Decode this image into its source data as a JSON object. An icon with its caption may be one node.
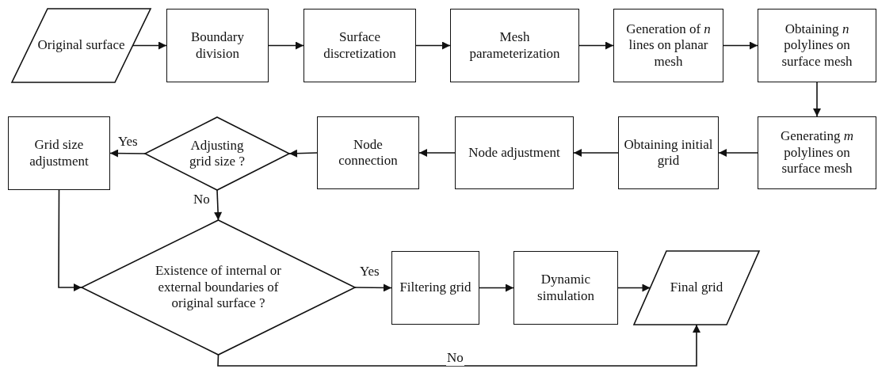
{
  "diagram": {
    "nodes": [
      {
        "text": [
          "Original surface"
        ]
      },
      {
        "text": [
          "Boundary division"
        ]
      },
      {
        "text": [
          "Surface discretization"
        ]
      },
      {
        "text": [
          "Mesh parameterization"
        ]
      },
      {
        "text": [
          "Generation of *n* lines on planar mesh"
        ]
      },
      {
        "text": [
          "Obtaining *n* polylines on surface mesh"
        ]
      },
      {
        "text": [
          "Generating *m* polylines on surface mesh"
        ]
      },
      {
        "text": [
          "Obtaining initial grid"
        ]
      },
      {
        "text": [
          "Node adjustment"
        ]
      },
      {
        "text": [
          "Node connection"
        ]
      },
      {
        "text": [
          "Adjusting grid size ?"
        ]
      },
      {
        "text": [
          "Grid size adjustment"
        ]
      },
      {
        "text": [
          "Existence of internal or external boundaries of original surface ?"
        ]
      },
      {
        "text": [
          "Filtering grid"
        ]
      },
      {
        "text": [
          "Dynamic simulation"
        ]
      },
      {
        "text": [
          "Final grid"
        ]
      }
    ],
    "edges": [
      {
        "from": 0,
        "to": 1,
        "arrow": "to"
      },
      {
        "from": 1,
        "to": 2,
        "arrow": "to"
      },
      {
        "from": 2,
        "to": 3,
        "arrow": "to"
      },
      {
        "from": 3,
        "to": 4,
        "arrow": "to"
      },
      {
        "from": 4,
        "to": 5,
        "arrow": "to"
      },
      {
        "from": 5,
        "to": 6,
        "arrow": "to"
      },
      {
        "from": 6,
        "to": 7,
        "arrow": "to"
      },
      {
        "from": 7,
        "to": 8,
        "arrow": "to"
      },
      {
        "from": 8,
        "to": 9,
        "arrow": "to"
      },
      {
        "from": 9,
        "to": 10,
        "arrow": "to"
      },
      {
        "from": 10,
        "to": 11,
        "arrow": "to",
        "label": "Yes"
      },
      {
        "from": 10,
        "to": 12,
        "arrow": "to",
        "label": "No"
      },
      {
        "from": 11,
        "to": 12,
        "arrow": "to"
      },
      {
        "from": 12,
        "to": 13,
        "arrow": "to",
        "label": "Yes"
      },
      {
        "from": 13,
        "to": 14,
        "arrow": "to"
      },
      {
        "from": 14,
        "to": 15,
        "arrow": "to"
      },
      {
        "from": 12,
        "to": 15,
        "arrow": "to",
        "label": "No"
      }
    ]
  }
}
